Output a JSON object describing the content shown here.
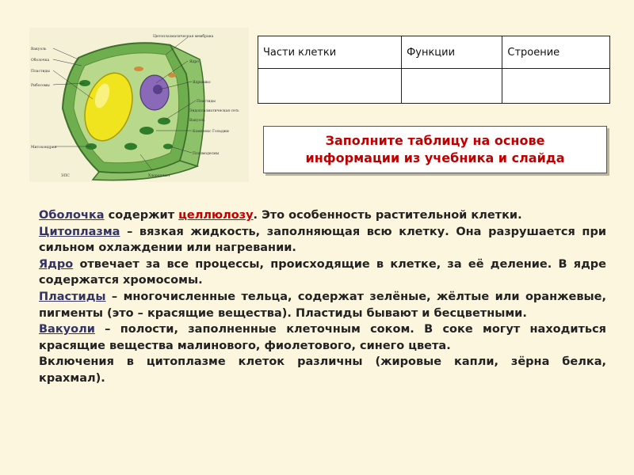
{
  "diagram": {
    "labels": [
      "Цитоплазматическая мембрана",
      "Вакуоль",
      "Оболочка",
      "Пластиды",
      "Рибосомы",
      "Ядро",
      "Ядрышко",
      "Пластиды",
      "Комплекс Гольджи",
      "Митохондрия",
      "Плазмодесмы",
      "Хлоропласт",
      "ЭПС",
      "Эндоплазматическая сеть",
      "Вакуоль"
    ]
  },
  "table": {
    "headers": [
      "Части клетки",
      "Функции",
      "Строение"
    ],
    "rows": [
      [
        "",
        "",
        ""
      ]
    ]
  },
  "task": {
    "line1": "Заполните таблицу на основе",
    "line2": "информации из учебника и слайда"
  },
  "paragraphs": {
    "p1": {
      "term": "Оболочка",
      "t1": " содержит ",
      "hl": "целлюлозу",
      "t2": ". Это особенность растительной клетки."
    },
    "p2": {
      "term": "Цитоплазма",
      "t1": " – вязкая жидкость, заполняющая всю клетку. Она разрушается при сильном охлаждении или нагревании."
    },
    "p3": {
      "term": "Ядро",
      "t1": " отвечает за все процессы, происходящие в клетке, за её деление. В ядре содержатся хромосомы."
    },
    "p4": {
      "term": "Пластиды",
      "t1": " – многочисленные тельца, содержат зелёные, жёлтые или оранжевые, пигменты (это – красящие вещества). Пластиды бывают и бесцветными."
    },
    "p5": {
      "term": "Вакуоли",
      "t1": " – полости, заполненные клеточным соком. В соке могут находиться красящие вещества малинового, фиолетового, синего цвета."
    },
    "p6": {
      "t1": "Включения в цитоплазме клеток различны (жировые капли, зёрна белка, крахмал)."
    }
  }
}
